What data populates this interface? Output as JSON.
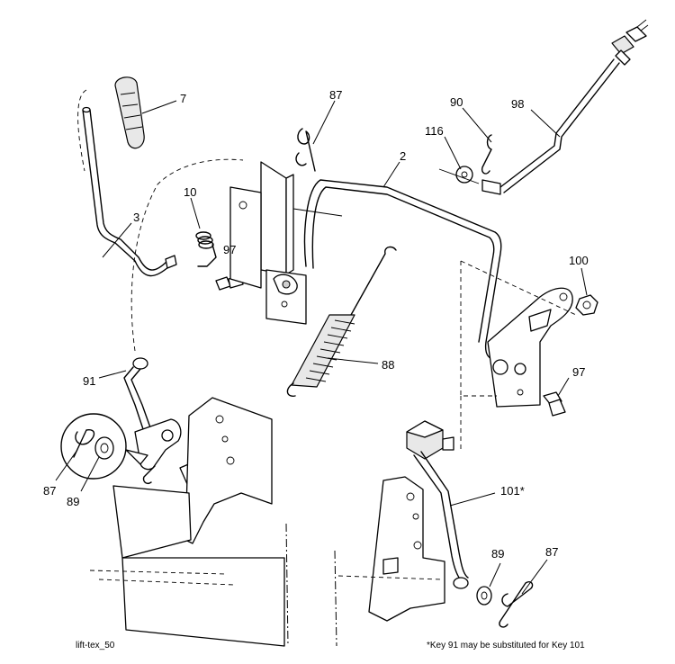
{
  "callouts": {
    "c7": "7",
    "c87_top": "87",
    "c90": "90",
    "c98": "98",
    "c116": "116",
    "c2": "2",
    "c10": "10",
    "c3": "3",
    "c97_left": "97",
    "c100": "100",
    "c88": "88",
    "c97_right": "97",
    "c91": "91",
    "c87_inset": "87",
    "c89_inset": "89",
    "c101": "101*",
    "c89_bottom": "89",
    "c87_bottom": "87"
  },
  "footer": {
    "diagram_id": "lift-tex_50",
    "note": "*Key 91 may be substituted for Key 101"
  }
}
